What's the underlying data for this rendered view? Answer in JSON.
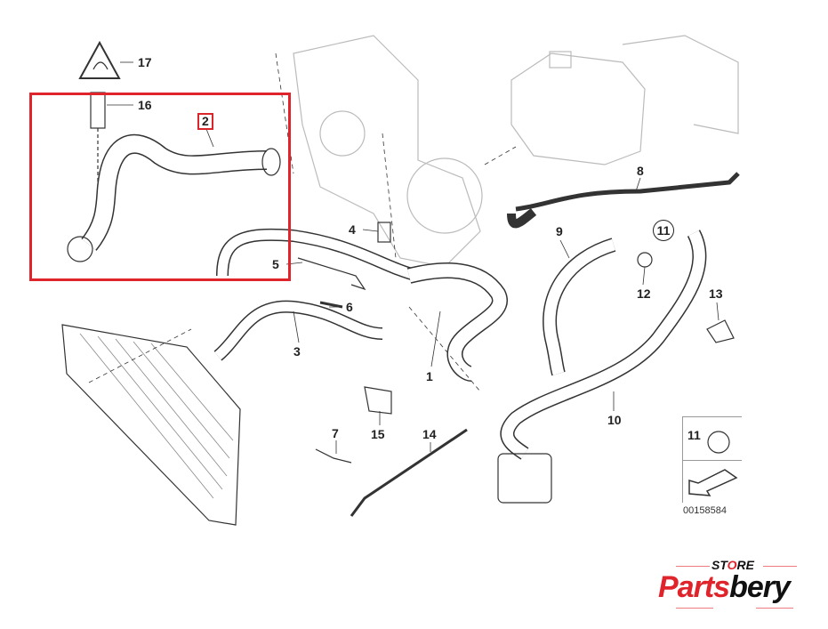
{
  "diagram": {
    "callouts": [
      "17",
      "16",
      "2",
      "4",
      "5",
      "6",
      "3",
      "1",
      "7",
      "15",
      "14",
      "8",
      "9",
      "11",
      "12",
      "13",
      "10"
    ],
    "highlighted_part": "2",
    "inset_label": "11",
    "part_number": "00158584"
  },
  "logo": {
    "store_prefix": "ST",
    "store_o": "O",
    "store_suffix": "RE",
    "name_red": "Parts",
    "name_black": "bery"
  },
  "colors": {
    "highlight": "#e0242b",
    "line": "#333333"
  }
}
